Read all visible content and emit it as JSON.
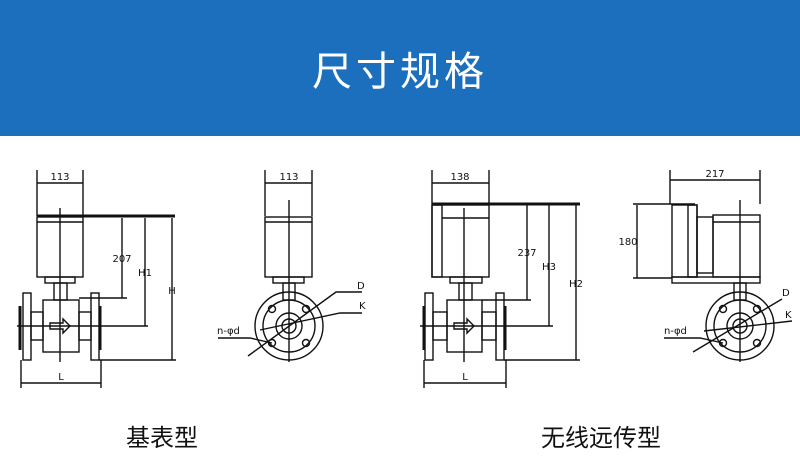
{
  "header": {
    "title": "尺寸规格",
    "background": "#1b6fbd"
  },
  "diagrams": {
    "basic_front": {
      "width": "113",
      "height_a": "207",
      "height_b": "H1",
      "height_c": "H",
      "length": "L"
    },
    "basic_side": {
      "width": "113",
      "D": "D",
      "K": "K",
      "holes": "n-φd"
    },
    "remote_front": {
      "width": "138",
      "height_a": "237",
      "height_b": "H3",
      "height_c": "H2",
      "length": "L"
    },
    "remote_side": {
      "width": "217",
      "height": "180",
      "D": "D",
      "K": "K",
      "holes": "n-φd"
    }
  },
  "captions": {
    "basic": "基表型",
    "remote": "无线远传型"
  }
}
